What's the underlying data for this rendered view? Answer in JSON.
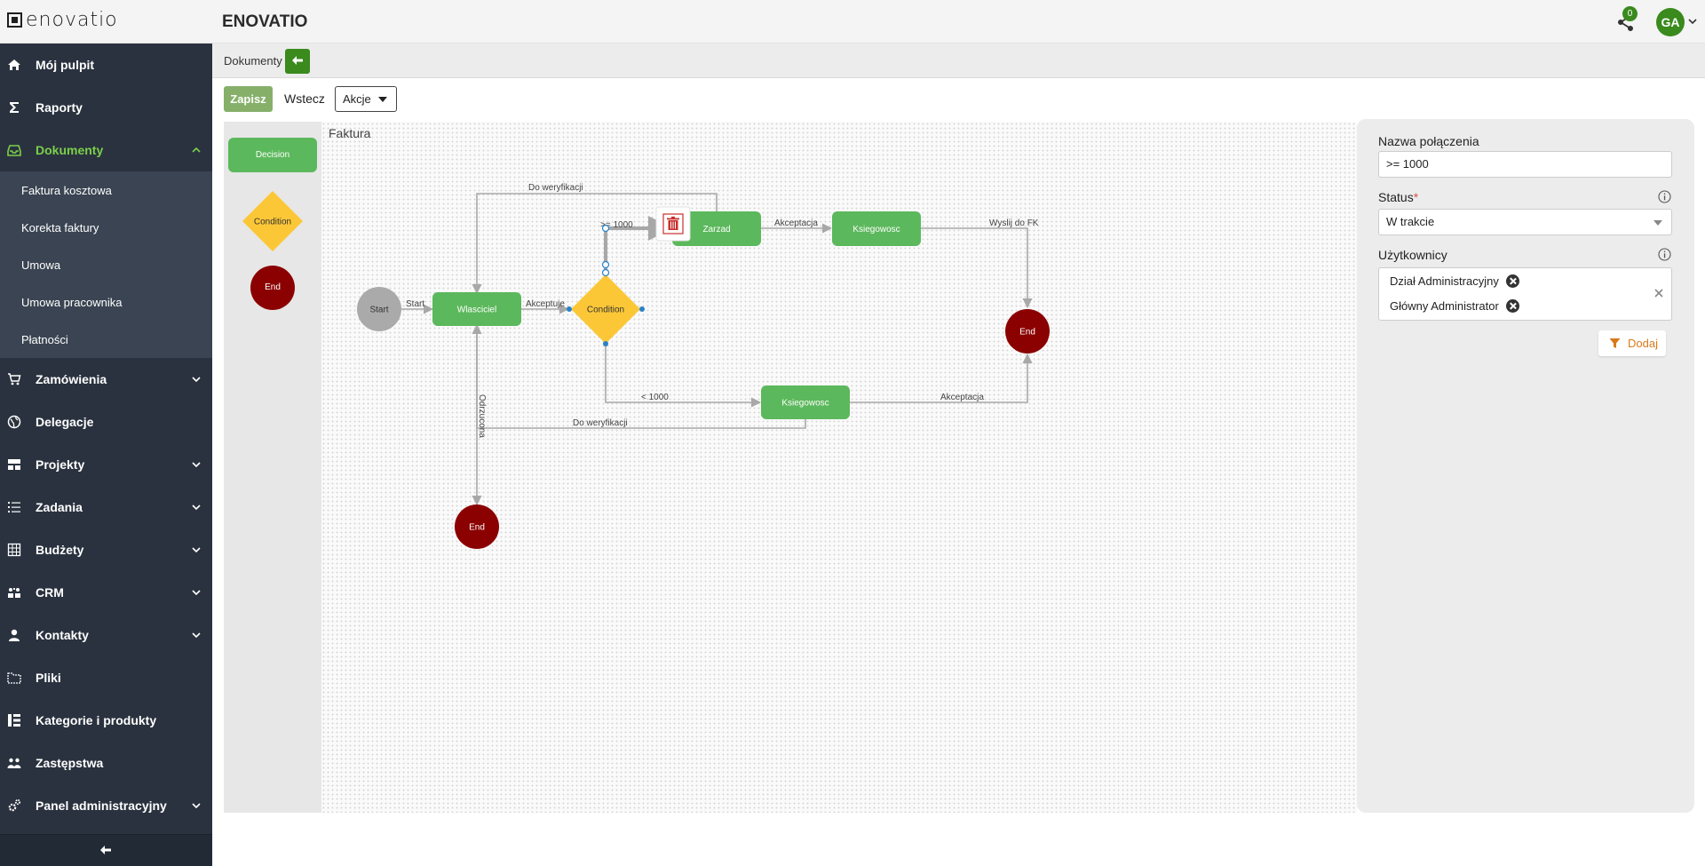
{
  "app": {
    "logo_text": "enovatio",
    "title": "ENOVATIO",
    "notifications_count": "0",
    "user_initials": "GA"
  },
  "sidebar": {
    "items": [
      {
        "label": "Mój pulpit",
        "icon": "home-icon"
      },
      {
        "label": "Raporty",
        "icon": "sigma-icon"
      },
      {
        "label": "Dokumenty",
        "icon": "inbox-icon",
        "active": true,
        "expanded": true
      },
      {
        "label": "Zamówienia",
        "icon": "cart-icon"
      },
      {
        "label": "Delegacje",
        "icon": "globe-icon"
      },
      {
        "label": "Projekty",
        "icon": "projects-icon"
      },
      {
        "label": "Zadania",
        "icon": "tasks-icon"
      },
      {
        "label": "Budżety",
        "icon": "grid-icon"
      },
      {
        "label": "CRM",
        "icon": "crm-icon"
      },
      {
        "label": "Kontakty",
        "icon": "user-icon"
      },
      {
        "label": "Pliki",
        "icon": "folder-icon"
      },
      {
        "label": "Kategorie i produkty",
        "icon": "category-icon"
      },
      {
        "label": "Zastępstwa",
        "icon": "people-icon"
      },
      {
        "label": "Panel administracyjny",
        "icon": "gears-icon"
      }
    ],
    "sub_items": [
      "Faktura kosztowa",
      "Korekta faktury",
      "Umowa",
      "Umowa pracownika",
      "Płatności"
    ]
  },
  "breadcrumb": {
    "label": "Dokumenty"
  },
  "toolbar": {
    "save_label": "Zapisz",
    "back_label": "Wstecz",
    "actions_label": "Akcje"
  },
  "palette": {
    "decision": "Decision",
    "condition": "Condition",
    "end": "End"
  },
  "canvas": {
    "title": "Faktura",
    "nodes": {
      "start": "Start",
      "wlasciciel": "Wlasciciel",
      "condition": "Condition",
      "zarzad": "Zarzad",
      "ksiegowosc_top": "Ksiegowosc",
      "ksiegowosc_bottom": "Ksiegowosc",
      "end_right": "End",
      "end_bottom": "End"
    },
    "edges": {
      "start": "Start",
      "akceptuje": "Akceptuje",
      "gte1000": ">= 1000",
      "akceptacja_top": "Akceptacja",
      "wyslij_fk": "Wyslij do FK",
      "lt1000": "< 1000",
      "akceptacja_bottom": "Akceptacja",
      "do_weryfikacji_top": "Do weryfikacji",
      "do_weryfikacji_bottom": "Do weryfikacji",
      "odrzucona": "Odrzucona"
    }
  },
  "properties": {
    "connection_name_label": "Nazwa połączenia",
    "connection_name_value": ">= 1000",
    "status_label": "Status",
    "status_required": "*",
    "status_value": "W trakcie",
    "users_label": "Użytkownicy",
    "users": [
      "Dział Administracyjny",
      "Główny Administrator"
    ],
    "add_label": "Dodaj"
  },
  "colors": {
    "green": "#5cb85c",
    "dark_green": "#3a8a1e",
    "condition_yellow": "#fcc737",
    "end_red": "#8b0000",
    "start_gray": "#aaaaaa",
    "sidebar_bg": "#2a323f",
    "accent_orange": "#d9791a"
  }
}
